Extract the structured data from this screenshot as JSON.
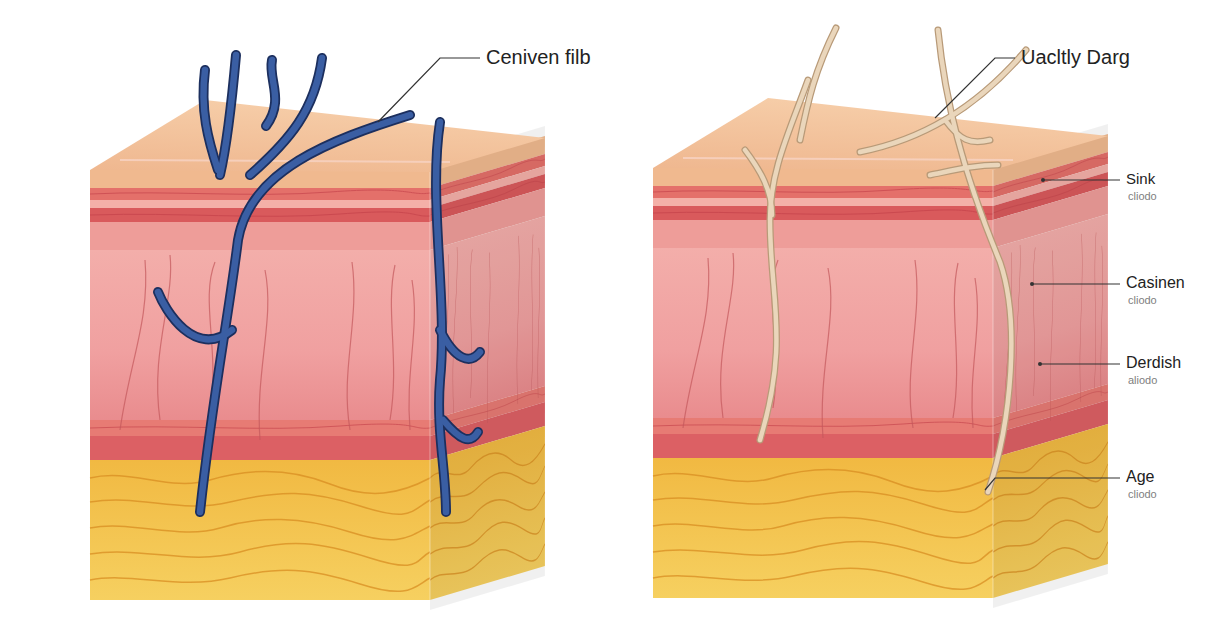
{
  "diagram": {
    "labels": [
      "Ceniven filb",
      "Uacltly Darg",
      "Sink",
      "cliodo",
      "Casinen",
      "cliodo",
      "Derdish",
      "aliodo",
      "Age",
      "cliodo"
    ]
  }
}
